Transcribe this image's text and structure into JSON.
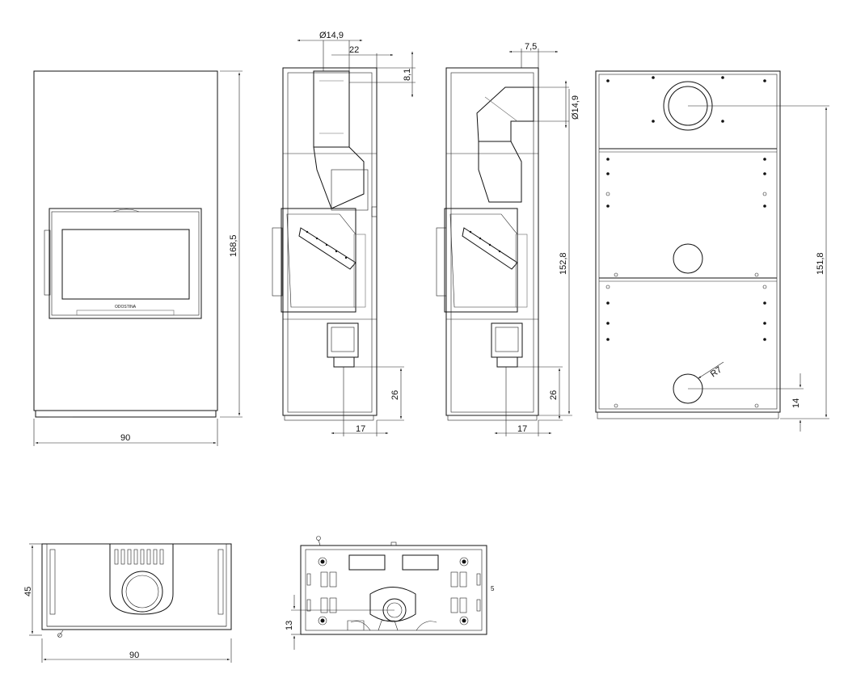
{
  "front_view": {
    "width_label": "90",
    "height_label": "168,5",
    "brand_label": "ODOSTINA"
  },
  "section_view_1": {
    "flue_diameter_label": "Ø14,9",
    "offset_label": "22",
    "top_gap_label": "8,1",
    "height_label": "152,8",
    "inlet_height_label": "26",
    "inlet_depth_label": "17"
  },
  "section_view_2": {
    "top_offset_label": "7,5",
    "flue_diameter_label": "Ø14,9",
    "inlet_height_label": "26",
    "inlet_depth_label": "17"
  },
  "rear_view": {
    "height_label": "151,8",
    "radius_label": "R7",
    "inlet_height_label": "14"
  },
  "top_view": {
    "depth_label": "45",
    "width_label": "90"
  },
  "base_view": {
    "inlet_offset_label": "13",
    "side_mark": "5"
  }
}
